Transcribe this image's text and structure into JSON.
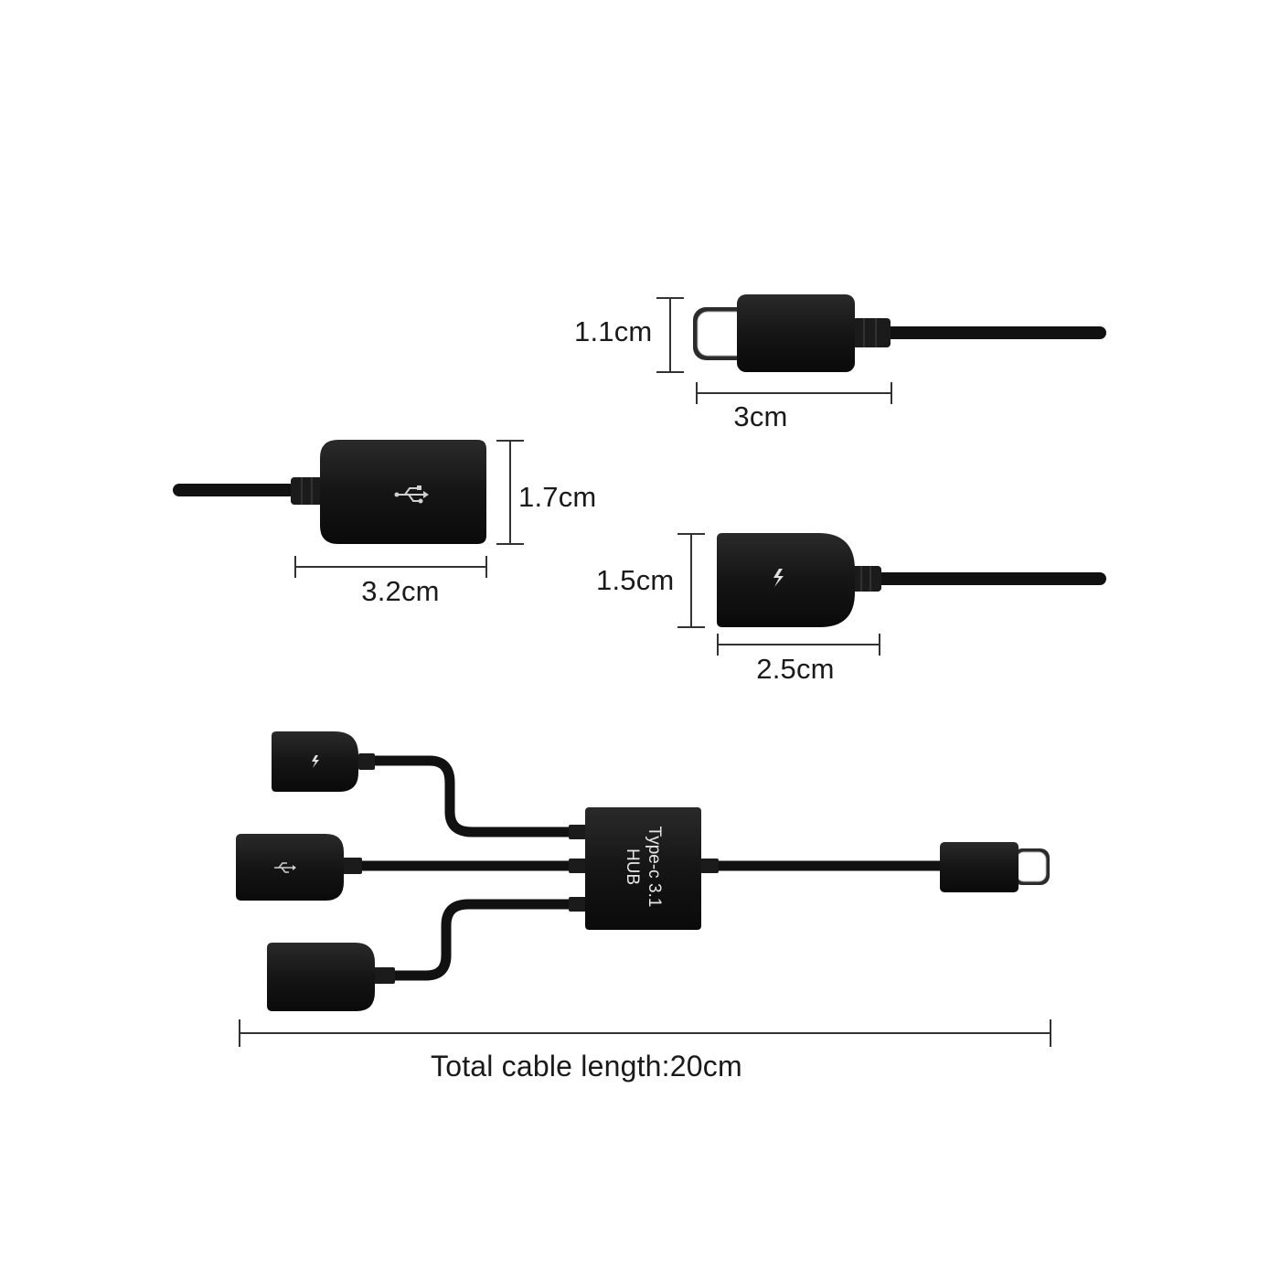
{
  "dimensions": {
    "typec_plug_height": "1.1cm",
    "typec_plug_length": "3cm",
    "usb_a_port_height": "1.7cm",
    "usb_a_port_length": "3.2cm",
    "micro_port_height": "1.5cm",
    "micro_port_length": "2.5cm",
    "total_cable_length": "Total cable length:20cm"
  },
  "hub": {
    "label_line1": "Type-c 3.1",
    "label_line2": "HUB"
  },
  "colors": {
    "connector": "#151515",
    "cable": "#111111",
    "dimension_line": "#333333",
    "text": "#1a1a1a",
    "metal": "#f4f4f4"
  },
  "icons": [
    "usb-icon",
    "power-bolt-icon"
  ]
}
